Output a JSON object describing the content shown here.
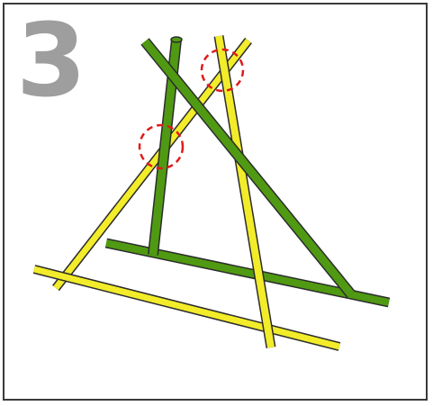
{
  "step_number": "3",
  "colors": {
    "yellow_fill": "#f2ec2a",
    "green_fill": "#4f9a12",
    "outline": "#2c2c2c",
    "marker": "#e01a1a"
  },
  "sticks": {
    "count": 6,
    "yellow": 3,
    "green": 3
  },
  "markers": {
    "count": 2,
    "style": "dashed-circle"
  }
}
